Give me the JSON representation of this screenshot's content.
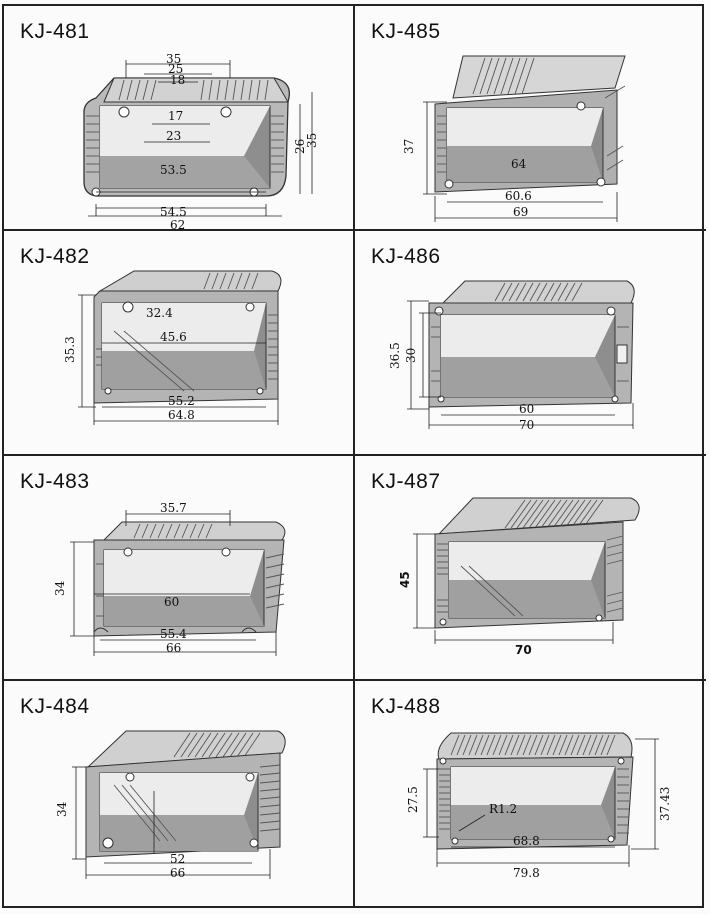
{
  "profiles": [
    {
      "model": "KJ-481",
      "dims": [
        "35",
        "25",
        "18",
        "17",
        "23",
        "53.5",
        "54.5",
        "62",
        "26",
        "35"
      ]
    },
    {
      "model": "KJ-485",
      "dims": [
        "37",
        "64",
        "60.6",
        "69"
      ]
    },
    {
      "model": "KJ-482",
      "dims": [
        "35.3",
        "32.4",
        "45.6",
        "55.2",
        "64.8"
      ]
    },
    {
      "model": "KJ-486",
      "dims": [
        "36.5",
        "30",
        "60",
        "70"
      ]
    },
    {
      "model": "KJ-483",
      "dims": [
        "35.7",
        "34",
        "60",
        "55.4",
        "66"
      ]
    },
    {
      "model": "KJ-487",
      "dims": [
        "45",
        "70"
      ]
    },
    {
      "model": "KJ-484",
      "dims": [
        "34",
        "52",
        "66"
      ]
    },
    {
      "model": "KJ-488",
      "dims": [
        "27.5",
        "R1.2",
        "68.8",
        "79.8",
        "37.43"
      ]
    }
  ]
}
